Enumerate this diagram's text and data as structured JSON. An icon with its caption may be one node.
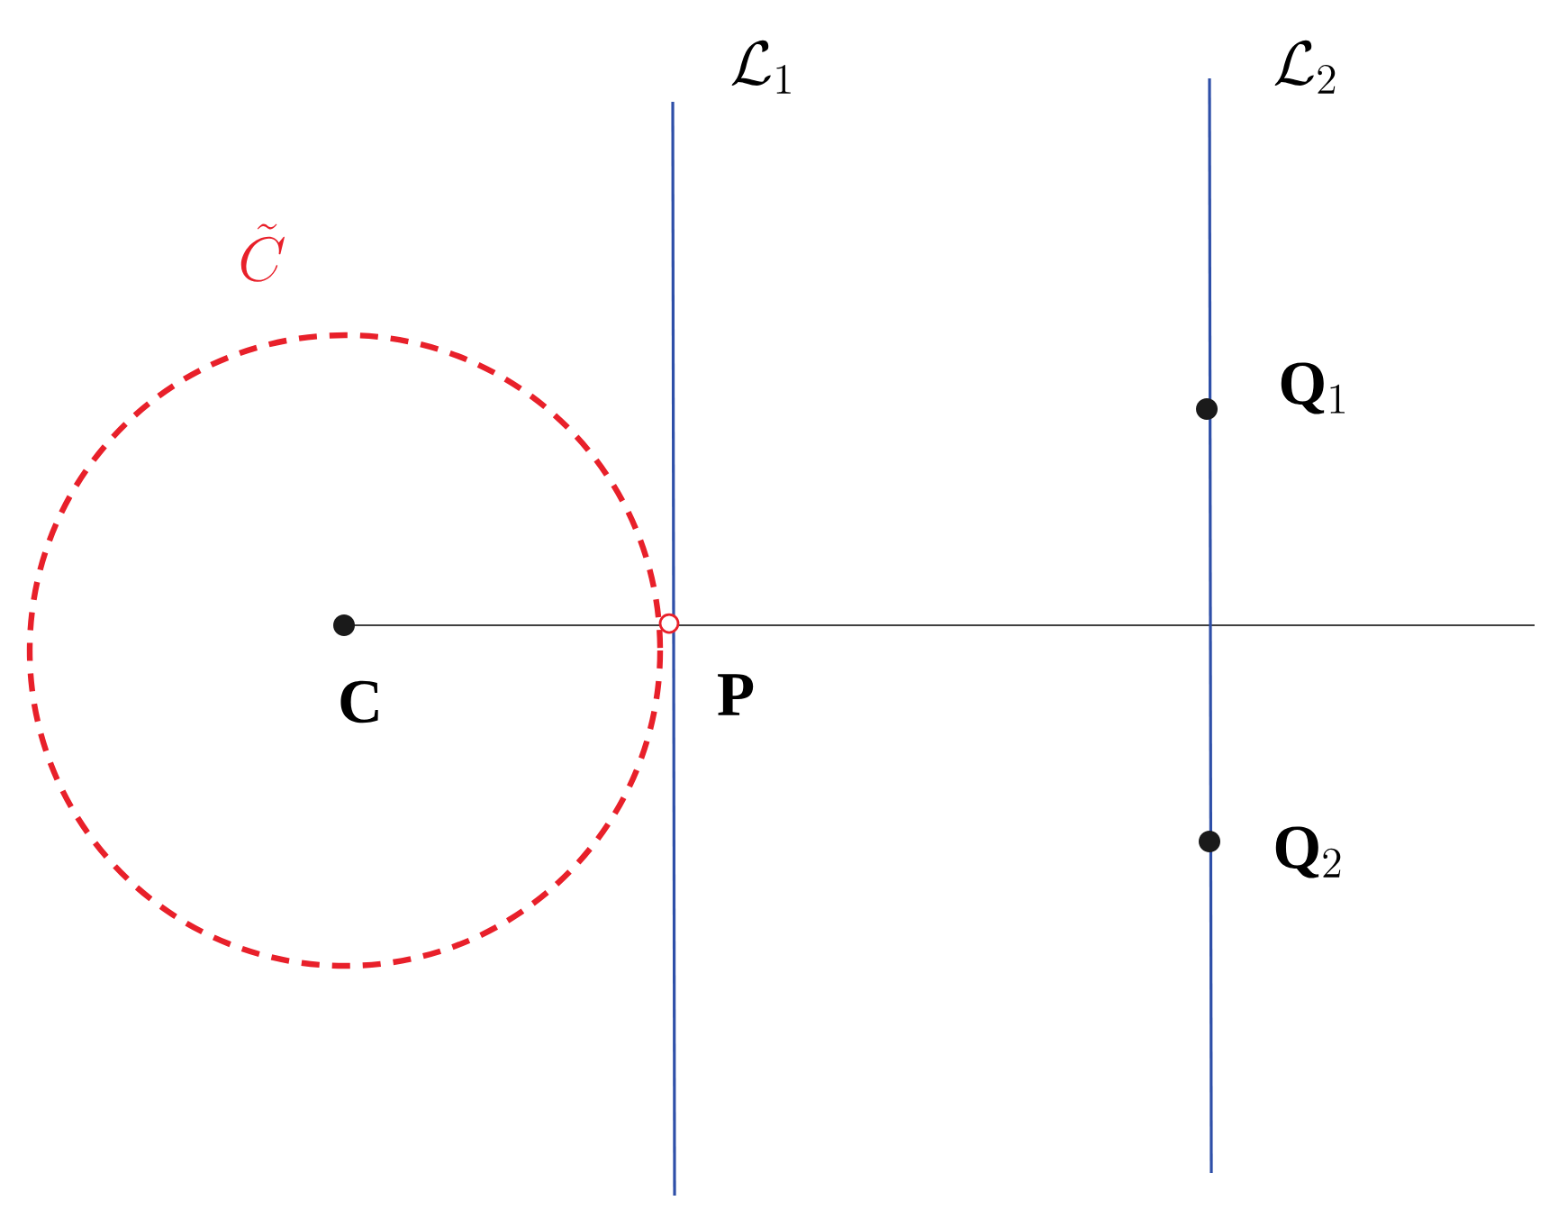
{
  "diagram": {
    "labels": [
      "\\mathcal{L}_1",
      "\\mathcal{L}_2",
      "\\tilde{C}",
      "\\mathbf{Q}_1",
      "\\mathbf{C}",
      "\\mathbf{P}",
      "\\mathbf{Q}_2"
    ]
  }
}
